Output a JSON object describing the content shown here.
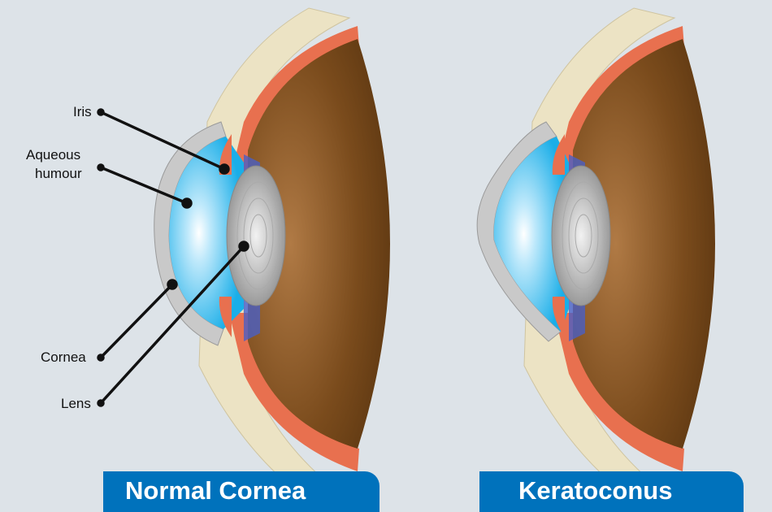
{
  "labels": {
    "iris": "Iris",
    "aqueous_line1": "Aqueous",
    "aqueous_line2": "humour",
    "cornea": "Cornea",
    "lens": "Lens"
  },
  "banners": {
    "normal": "Normal Cornea",
    "keratoconus": "Keratoconus"
  },
  "colors": {
    "background": "#dde3e8",
    "banner": "#0072bc",
    "sclera": "#ece3c4",
    "choroid": "#e8704f",
    "globe": "#6b4117",
    "aqueous": "#29b6ec",
    "cornea": "#c9c9c9"
  }
}
